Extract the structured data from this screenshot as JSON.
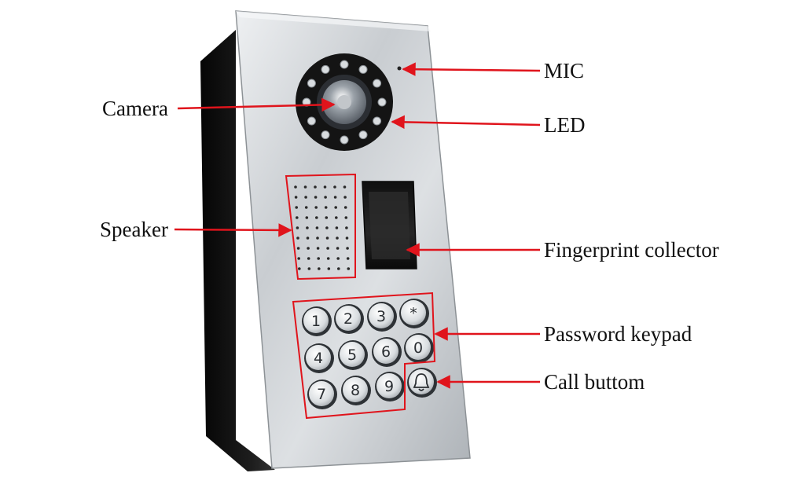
{
  "labels": {
    "mic": "MIC",
    "camera": "Camera",
    "led": "LED",
    "speaker": "Speaker",
    "fingerprint": "Fingerprint collector",
    "keypad": "Password keypad",
    "call": "Call buttom"
  },
  "keypad": {
    "keys": [
      "1",
      "2",
      "3",
      "*",
      "4",
      "5",
      "6",
      "0",
      "7",
      "8",
      "9"
    ],
    "call_key_icon": "bell-icon"
  },
  "colors": {
    "annotation": "#e0141c",
    "panel": "#c7ccd0",
    "housing": "#151515",
    "label_text": "#111111"
  }
}
